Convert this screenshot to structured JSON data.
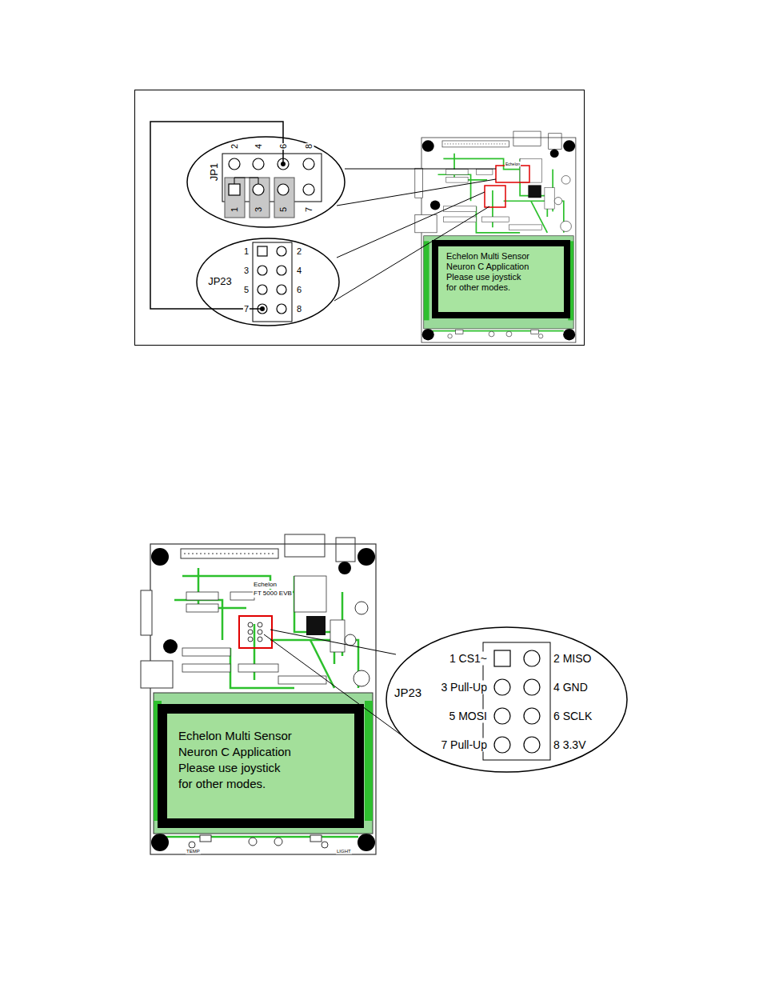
{
  "diagram": {
    "nodes": [
      {
        "text": [
          "JP1"
        ]
      },
      {
        "text": [
          "JP23"
        ]
      },
      {
        "text": [
          "Echelon Multi Sensor Neuron C Application Please use joystick for other modes."
        ]
      },
      {
        "text": [
          "Echelon Multi Sensor Neuron C Application Please use joystick for other modes."
        ]
      },
      {
        "text": [
          "JP23"
        ]
      }
    ],
    "edges": [
      {
        "from": 0,
        "to": 1,
        "arrow": "none"
      }
    ],
    "labels": [
      "2",
      "4",
      "6",
      "8",
      "1",
      "3",
      "5",
      "7",
      "1",
      "2",
      "3",
      "4",
      "5",
      "6",
      "7",
      "8",
      "1 CS1~",
      "2 MISO",
      "3 Pull-Up",
      "4 GND",
      "5 MOSI",
      "6 SCLK",
      "7 Pull-Up",
      "8 3.3V",
      "Echelon",
      "Echelon",
      "FT 5000 EVB",
      "TEMP",
      "LIGHT"
    ]
  }
}
